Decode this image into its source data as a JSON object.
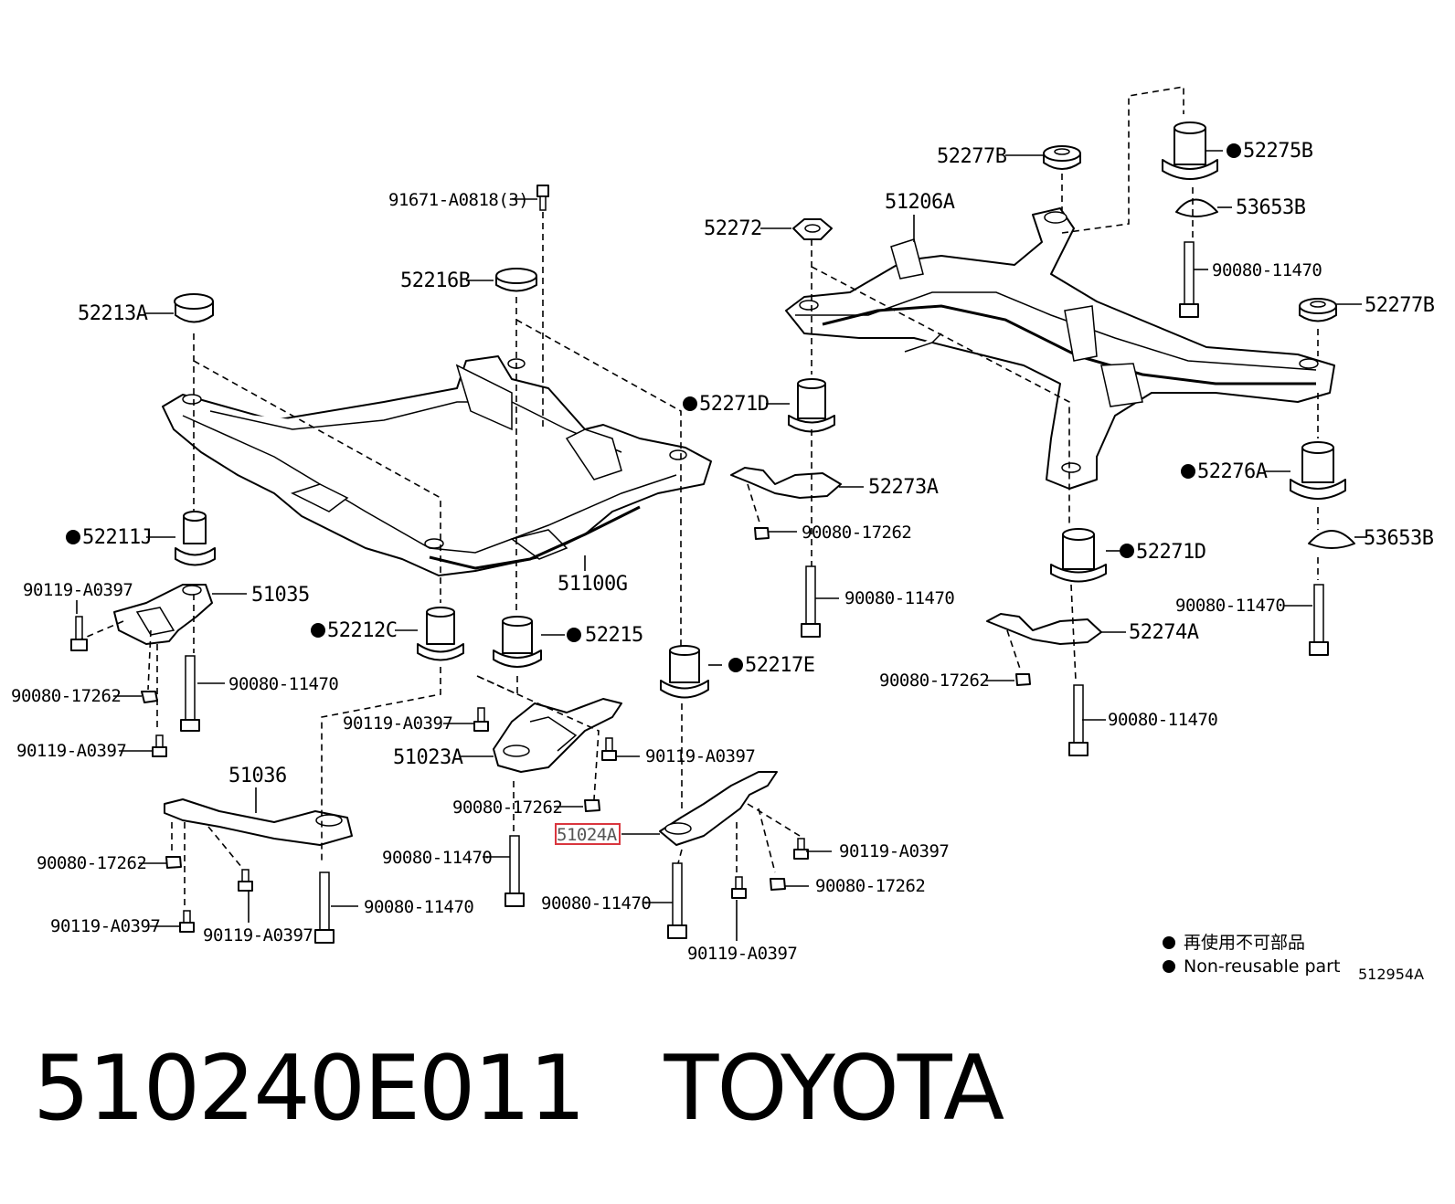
{
  "title": "510240E011",
  "brand": "TOYOTA",
  "diagram_code": "512954A",
  "legend": {
    "line_jp": "再使用不可部品",
    "line_en": "Non-reusable part"
  },
  "labels": {
    "l_91671": "91671-A0818(3)",
    "l_52216B": "52216B",
    "l_52213A": "52213A",
    "l_52211J": "52211J",
    "l_51035": "51035",
    "l_90119_a": "90119-A0397",
    "l_90080_17262_a": "90080-17262",
    "l_90080_11470_a": "90080-11470",
    "l_90119_b": "90119-A0397",
    "l_51100G": "51100G",
    "l_52212C": "52212C",
    "l_52215": "52215",
    "l_90119_c": "90119-A0397",
    "l_51023A": "51023A",
    "l_90119_d": "90119-A0397",
    "l_90080_17262_b": "90080-17262",
    "l_51036": "51036",
    "l_90080_17262_c": "90080-17262",
    "l_90119_e": "90119-A0397",
    "l_90119_f": "90119-A0397",
    "l_90080_11470_b": "90080-11470",
    "l_90080_11470_c": "90080-11470",
    "l_51024A": "51024A",
    "l_90080_11470_d": "90080-11470",
    "l_90119_g": "90119-A0397",
    "l_90119_h": "90119-A0397",
    "l_90080_17262_d": "90080-17262",
    "l_52217E": "52217E",
    "l_52277B_a": "52277B",
    "l_52272": "52272",
    "l_51206A": "51206A",
    "l_52271D_a": "52271D",
    "l_52273A": "52273A",
    "l_90080_17262_e": "90080-17262",
    "l_90080_11470_e": "90080-11470",
    "l_52275B": "52275B",
    "l_53653B_a": "53653B",
    "l_90080_11470_f": "90080-11470",
    "l_52277B_b": "52277B",
    "l_52276A": "52276A",
    "l_52271D_b": "52271D",
    "l_53653B_b": "53653B",
    "l_90080_11470_g": "90080-11470",
    "l_52274A": "52274A",
    "l_90080_17262_f": "90080-17262",
    "l_90080_11470_h": "90080-11470"
  },
  "highlight_color": "#d9363e"
}
